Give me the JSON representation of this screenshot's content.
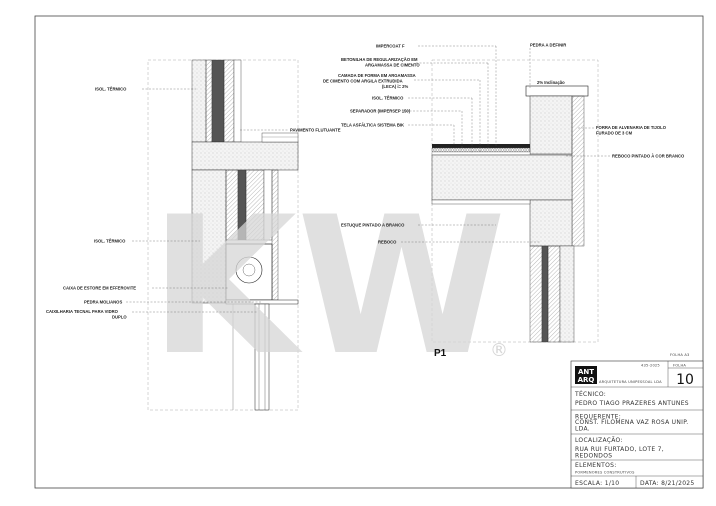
{
  "labels": {
    "left": {
      "isol_top": "ISOL. TÉRMICO",
      "pavimento": "PAVIMENTO FLUTUANTE",
      "isol_mid": "ISOL. TÉRMICO",
      "caixa": "CAIXA DE ESTORE EM EFFEROVITE",
      "pedra": "PEDRA MOLIANOS",
      "caix_1": "CAIXILHARIA TECNAL PARA VIDRO",
      "caix_2": "DUPLO"
    },
    "right": {
      "impercoat": "IMPERCOAT F",
      "beton_1": "BETONILHA DE REGULARIZAÇÃO EM",
      "beton_2": "ARGAMASSA DE CIMENTO",
      "camada_1": "CAMADA DE FORMA EM ARGAMASSA",
      "camada_2": "DE CIMENTO COM ARGILA EXTRUDIDA",
      "camada_3": "(LECA) i= 2%",
      "isol": "ISOL. TÉRMICO",
      "separador": "SEPARADOR (IMPERSEP 150)",
      "tela": "TELA ASFÁLTICA SISTEMA BIK",
      "estuque": "ESTUQUE PINTADO A BRANCO",
      "reboco": "REBOCO",
      "pedra_def": "PEDRA A DEFINIR",
      "inclinacao": "2% Inclinação",
      "forra_1": "FORRA DE ALVENARIA DE TIJOLO",
      "forra_2": "FURADO DE 3 CM",
      "reboco_pint": "REBOCO PINTADO À COR BRANCO"
    },
    "p1": "P1"
  },
  "watermark": {
    "text": "KW",
    "reg": "®"
  },
  "title_block": {
    "folha_label": "FOLHA A3",
    "logo_1": "ANT",
    "logo_2": "ARQ",
    "logo_sub": "ARQUITETURA UNIPESSOAL LDA",
    "code": "435-2025",
    "folha_small": "FOLHA",
    "folha_num": "10",
    "tecnico_label": "TÉCNICO:",
    "tecnico": "PEDRO TIAGO PRAZERES ANTUNES",
    "requerente_label": "REQUERENTE:",
    "requerente_1": "CONST. FILOMENA VAZ ROSA UNIP.",
    "requerente_2": "LDA.",
    "localizacao_label": "LOCALIZAÇÃO:",
    "localizacao_1": "RUA RUI FURTADO, LOTE 7,",
    "localizacao_2": "REDONDOS",
    "elementos_label": "ELEMENTOS:",
    "elementos": "PORMENORES CONSTRUTIVOS",
    "escala": "ESCALA: 1/10",
    "data": "DATA: 8/21/2025"
  },
  "colors": {
    "line": "#333333",
    "hatch": "#777777",
    "watermark": "#d6d6d6"
  }
}
